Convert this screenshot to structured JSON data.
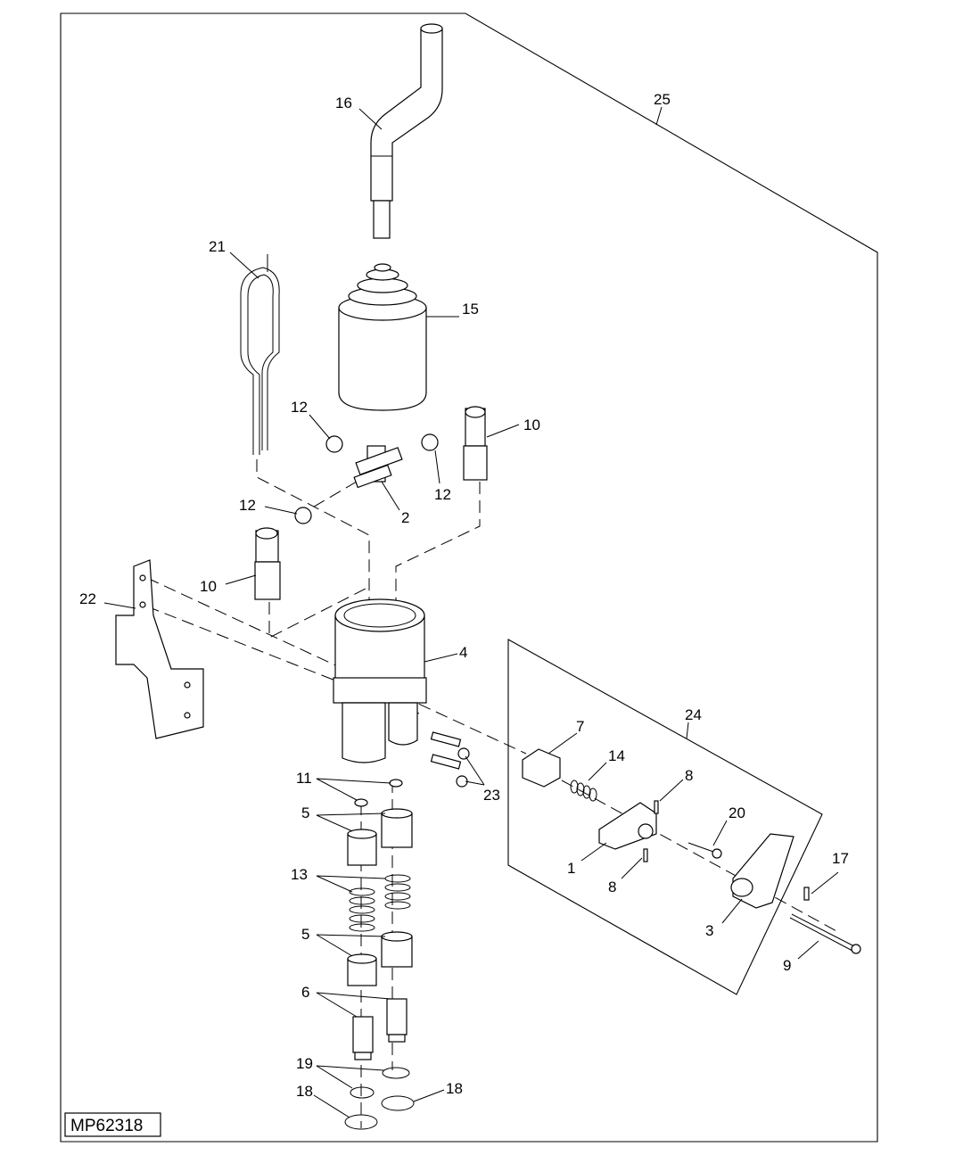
{
  "figure_id": "MP62318",
  "callouts": [
    {
      "id": "c1",
      "text": "1"
    },
    {
      "id": "c2",
      "text": "2"
    },
    {
      "id": "c3",
      "text": "3"
    },
    {
      "id": "c4",
      "text": "4"
    },
    {
      "id": "c5a",
      "text": "5"
    },
    {
      "id": "c5b",
      "text": "5"
    },
    {
      "id": "c6",
      "text": "6"
    },
    {
      "id": "c7",
      "text": "7"
    },
    {
      "id": "c8a",
      "text": "8"
    },
    {
      "id": "c8b",
      "text": "8"
    },
    {
      "id": "c9",
      "text": "9"
    },
    {
      "id": "c10a",
      "text": "10"
    },
    {
      "id": "c10b",
      "text": "10"
    },
    {
      "id": "c11",
      "text": "11"
    },
    {
      "id": "c12a",
      "text": "12"
    },
    {
      "id": "c12b",
      "text": "12"
    },
    {
      "id": "c12c",
      "text": "12"
    },
    {
      "id": "c13",
      "text": "13"
    },
    {
      "id": "c14",
      "text": "14"
    },
    {
      "id": "c15",
      "text": "15"
    },
    {
      "id": "c16",
      "text": "16"
    },
    {
      "id": "c17",
      "text": "17"
    },
    {
      "id": "c18a",
      "text": "18"
    },
    {
      "id": "c18b",
      "text": "18"
    },
    {
      "id": "c19",
      "text": "19"
    },
    {
      "id": "c20",
      "text": "20"
    },
    {
      "id": "c21",
      "text": "21"
    },
    {
      "id": "c22",
      "text": "22"
    },
    {
      "id": "c23",
      "text": "23"
    },
    {
      "id": "c24",
      "text": "24"
    },
    {
      "id": "c25",
      "text": "25"
    }
  ]
}
